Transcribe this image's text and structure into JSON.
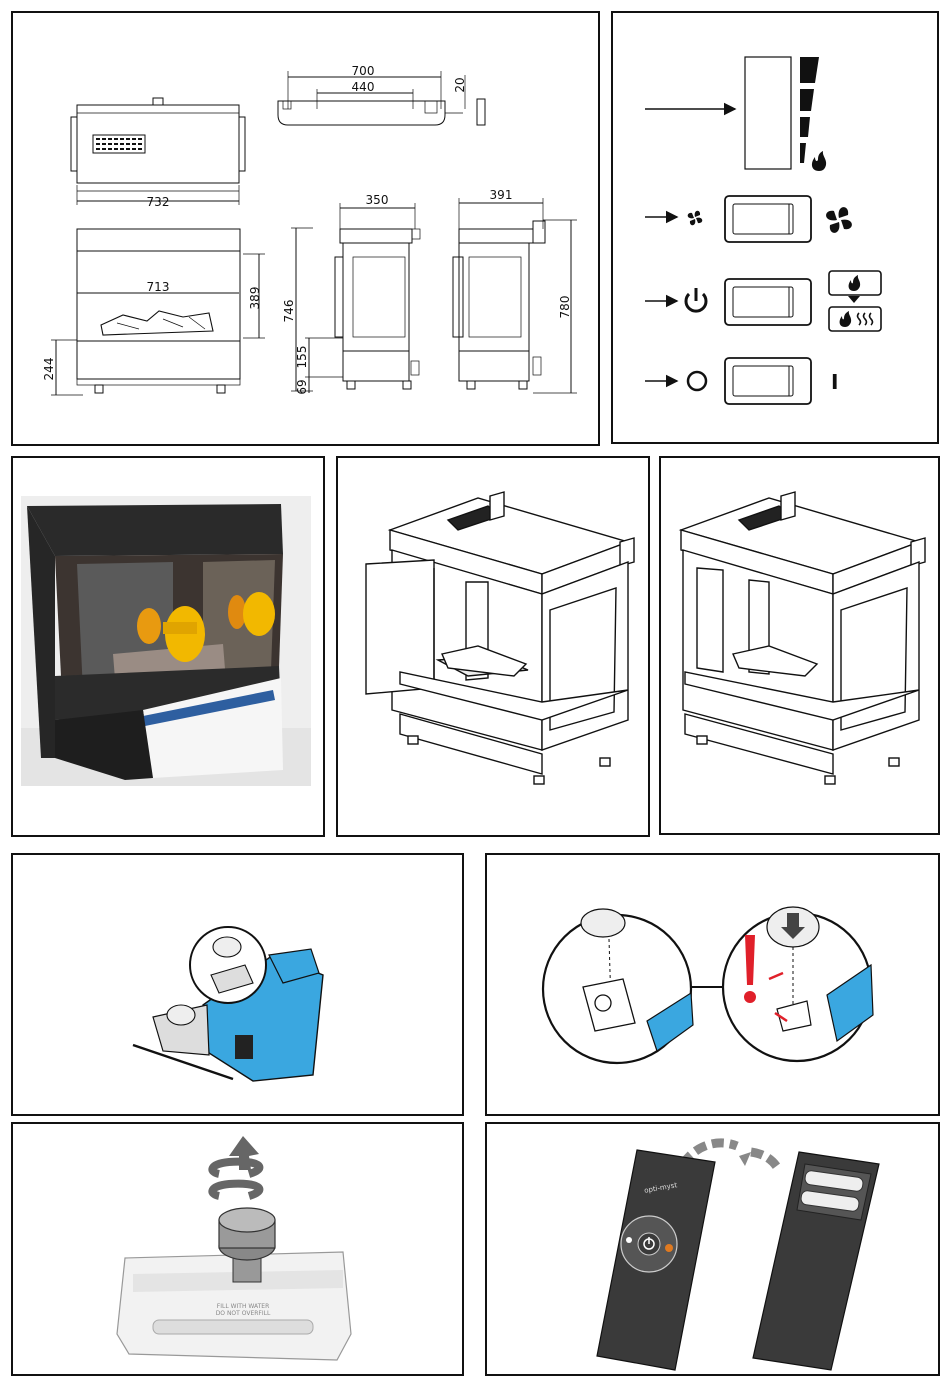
{
  "dimensions": {
    "width_top": "732",
    "rail_700": "700",
    "rail_440": "440",
    "rail_20": "20",
    "depth_350": "350",
    "depth_391": "391",
    "inner_713": "713",
    "height_389": "389",
    "height_244": "244",
    "height_746": "746",
    "height_155": "155",
    "height_69": "69",
    "height_780": "780"
  },
  "controls": {
    "off_mark": "I"
  },
  "remote": {
    "brand": "opti-myst"
  },
  "tank": {
    "label_line1": "FILL WITH WATER",
    "label_line2": "DO NOT OVERFILL"
  },
  "colors": {
    "tank_blue": "#3aa7e0",
    "warning_red": "#e0202a",
    "handle_yellow": "#f2b800",
    "remote_dark": "#3a3a3a"
  }
}
